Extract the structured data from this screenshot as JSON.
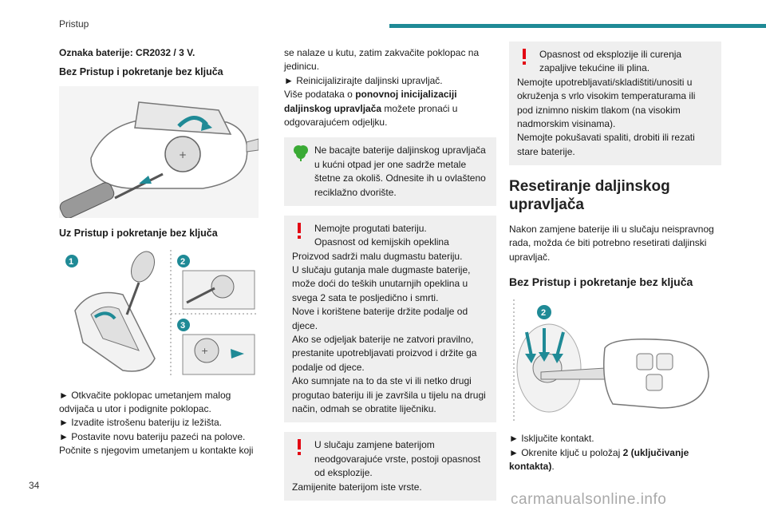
{
  "header": {
    "section_title": "Pristup"
  },
  "page_number": "34",
  "watermark": "carmanualsonline.info",
  "col1": {
    "battery_label": "Oznaka baterije: CR2032 / 3 V.",
    "heading_without_keyless": "Bez Pristup i pokretanje bez ključa",
    "heading_with_keyless": "Uz Pristup i pokretanje bez ključa",
    "step_badges": [
      "1",
      "2",
      "3"
    ],
    "steps": [
      "► Otkvačite poklopac umetanjem malog odvijača u utor i podignite poklopac.",
      "► Izvadite istrošenu bateriju iz ležišta.",
      "► Postavite novu bateriju pazeći na polove."
    ],
    "para_start": "Počnite s njegovim umetanjem u kontakte koji"
  },
  "col2": {
    "para_cont": "se nalaze u kutu, zatim zakvačite poklopac na jedinicu.",
    "reinit": "► Reinicijalizirajte daljinski upravljač.",
    "more_pre": "Više podataka o ",
    "more_bold": "ponovnoj inicijalizaciji daljinskog upravljača",
    "more_post": " možete pronaći u odgovarajućem odjeljku.",
    "env_box": "Ne bacajte baterije daljinskog upravljača u kućni otpad jer one sadrže metale štetne za okoliš. Odnesite ih u ovlašteno reciklažno dvorište.",
    "warn_box_lines": [
      "Nemojte progutati bateriju.",
      "Opasnost od kemijskih opeklina",
      "Proizvod sadrži malu dugmastu bateriju.",
      "U slučaju gutanja male dugmaste baterije, može doći do teških unutarnjih opeklina u svega 2 sata te posljedično i smrti.",
      "Nove i korištene baterije držite podalje od djece.",
      "Ako se odjeljak baterije ne zatvori pravilno, prestanite upotrebljavati proizvod i držite ga podalje od djece.",
      "Ako sumnjate na to da ste vi ili netko drugi progutao bateriju ili je završila u tijelu na drugi način, odmah se obratite liječniku."
    ],
    "warn_box2_lines": [
      "U slučaju zamjene baterijom neodgovarajuće vrste, postoji opasnost od eksplozije.",
      "Zamijenite baterijom iste vrste."
    ]
  },
  "col3": {
    "warn_box_lines": [
      "Opasnost od eksplozije ili curenja zapaljive tekućine ili plina.",
      "Nemojte upotrebljavati/skladištiti/unositi u okruženja s vrlo visokim temperaturama ili pod iznimno niskim tlakom (na visokim nadmorskim visinama).",
      "Nemojte pokušavati spaliti, drobiti ili rezati stare baterije."
    ],
    "section_heading": "Resetiranje daljinskog upravljača",
    "intro": "Nakon zamjene baterije ili u slučaju neispravnog rada, možda će biti potrebno resetirati daljinski upravljač.",
    "sub_heading": "Bez Pristup i pokretanje bez ključa",
    "badge": "2",
    "step1": "► Isključite kontakt.",
    "step2_pre": "► Okrenite ključ u položaj ",
    "step2_bold": "2 (uključivanje kontakta)",
    "step2_post": "."
  },
  "colors": {
    "accent": "#1f8a96",
    "warning": "#e30613",
    "eco": "#3aaa35",
    "box_bg": "#efefef",
    "badge": "#1f8a96"
  }
}
